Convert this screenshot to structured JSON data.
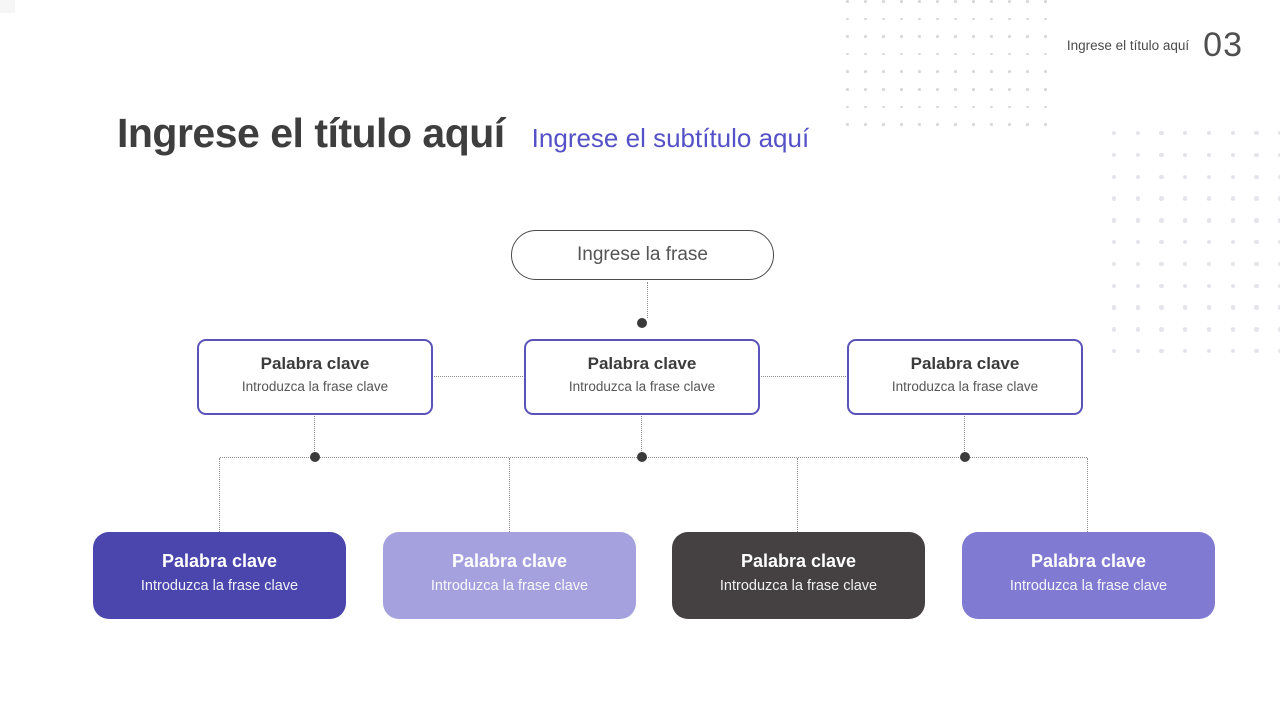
{
  "slide": {
    "header": {
      "label": "Ingrese el título aquí",
      "page_number": "03"
    },
    "title": "Ingrese el título aquí",
    "subtitle": "Ingrese el subtítulo aquí"
  },
  "diagram": {
    "root": {
      "label": "Ingrese la frase"
    },
    "branches": [
      {
        "title": "Palabra clave",
        "subtitle": "Introduzca la frase clave"
      },
      {
        "title": "Palabra clave",
        "subtitle": "Introduzca la frase clave"
      },
      {
        "title": "Palabra clave",
        "subtitle": "Introduzca la frase clave"
      }
    ],
    "leaves": [
      {
        "title": "Palabra clave",
        "subtitle": "Introduzca la frase clave",
        "bg": "#4a46ae"
      },
      {
        "title": "Palabra clave",
        "subtitle": "Introduzca la frase clave",
        "bg": "#a5a1de"
      },
      {
        "title": "Palabra clave",
        "subtitle": "Introduzca la frase clave",
        "bg": "#454143"
      },
      {
        "title": "Palabra clave",
        "subtitle": "Introduzca la frase clave",
        "bg": "#807ad2"
      }
    ]
  },
  "colors": {
    "title_text": "#3e3e3e",
    "subtitle_accent": "#5551c6",
    "branch_border": "#5a53ba",
    "body_text": "#555555",
    "connector_line": "#8c8c8c",
    "junction_dot": "#3a3a3a",
    "dots_pattern_top": "#d8d8d8",
    "dots_pattern_right": "#e4e4ea"
  }
}
